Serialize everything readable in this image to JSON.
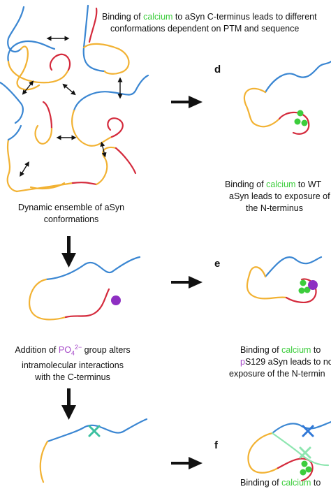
{
  "colors": {
    "n_terminus": "#3a86d2",
    "nac": "#f2b233",
    "c_terminus": "#d42a3c",
    "calcium": "#3ccd3c",
    "phosphate": "#8e2fc2",
    "block_teal": "#3cc0a0",
    "block_blue": "#2f77d6",
    "light_green": "#8ee6b0"
  },
  "icons": [
    "double-arrow-icon",
    "arrow-down-icon",
    "arrow-right-icon",
    "calcium-dot-icon",
    "phosphate-dot-icon",
    "cross-mark-icon"
  ],
  "panels": {
    "d": "d",
    "e": "e",
    "f": "f"
  },
  "captions": {
    "top_right": {
      "line1_pre": "Binding of ",
      "line1_calcium": "calcium",
      "line1_post": " to aSyn C-terminus leads to different",
      "line2": "conformations dependent on PTM and sequence"
    },
    "ensemble": {
      "line1": "Dynamic ensemble of aSyn",
      "line2": "conformations"
    },
    "d": {
      "line1_pre": "Binding of ",
      "line1_calcium": "calcium",
      "line1_post": " to WT",
      "line2": "aSyn leads to exposure of",
      "line3": "the N-terminus"
    },
    "po4": {
      "line1_pre": "Addition of ",
      "line1_po4": "PO",
      "line1_sub": "4",
      "line1_sup": "2−",
      "line1_post": " group alters",
      "line2": "intramolecular interactions",
      "line3": "with the C-terminus"
    },
    "e": {
      "line1_pre": "Binding of ",
      "line1_calcium": "calcium",
      "line1_post": " to",
      "line2_p": "p",
      "line2_rest": "S129 aSyn leads to no",
      "line3": "exposure of the N-termin"
    },
    "f": {
      "line1_pre": "Binding of ",
      "line1_calcium": "calcium",
      "line1_post": " to"
    }
  }
}
